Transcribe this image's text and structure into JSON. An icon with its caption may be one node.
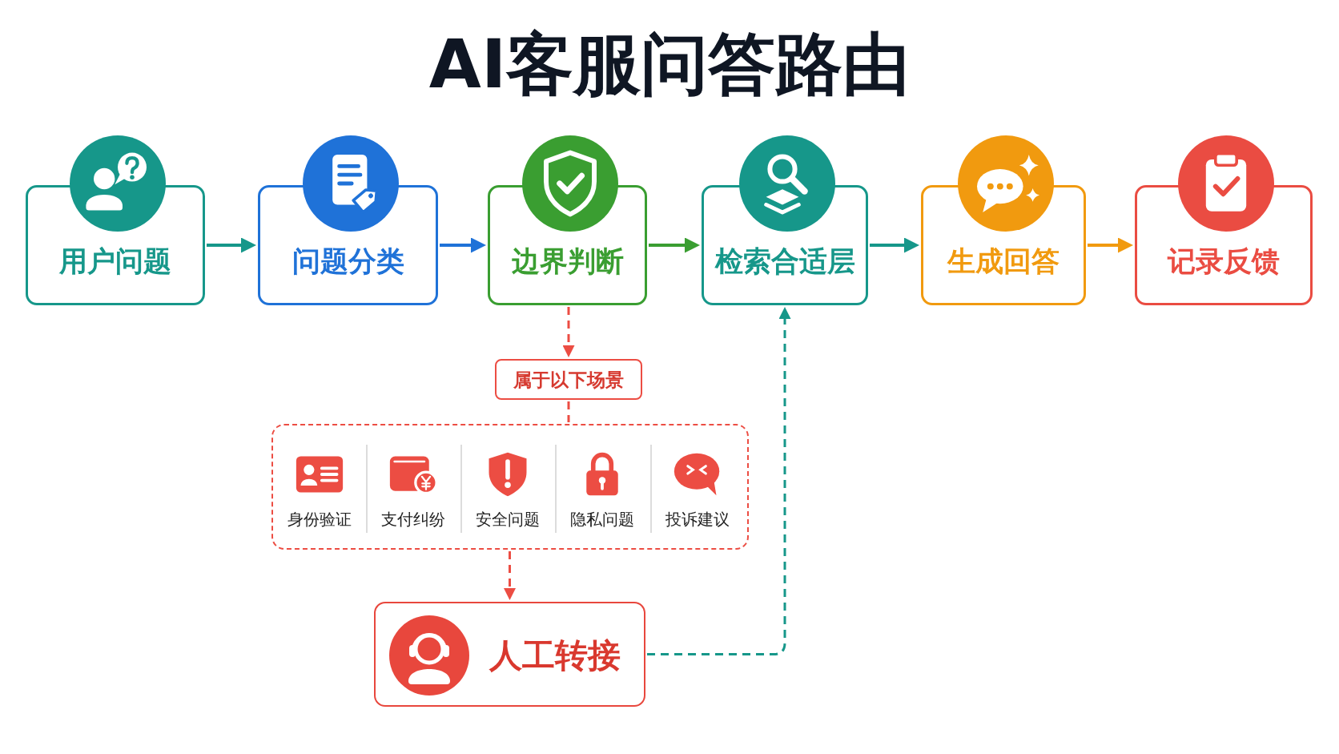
{
  "diagram": {
    "title": "AI客服问答路由",
    "nodes": [
      {
        "text": [
          "用户问题"
        ]
      },
      {
        "text": [
          "问题分类"
        ]
      },
      {
        "text": [
          "边界判断"
        ]
      },
      {
        "text": [
          "检索合适层"
        ]
      },
      {
        "text": [
          "生成回答"
        ]
      },
      {
        "text": [
          "记录反馈"
        ]
      },
      {
        "text": [
          "属于以下场景"
        ]
      },
      {
        "text": [],
        "shape": "box"
      },
      {
        "text": [
          "身份验证"
        ],
        "in": 7
      },
      {
        "text": [
          "支付纠纷"
        ],
        "in": 7
      },
      {
        "text": [
          "安全问题"
        ],
        "in": 7
      },
      {
        "text": [
          "隐私问题"
        ],
        "in": 7
      },
      {
        "text": [
          "投诉建议"
        ],
        "in": 7
      },
      {
        "text": [
          "人工转接"
        ]
      }
    ],
    "edges": [
      {
        "from": 0,
        "to": 1,
        "arrow": "to",
        "color": "#16978a"
      },
      {
        "from": 1,
        "to": 2,
        "arrow": "to",
        "color": "#1f72d8"
      },
      {
        "from": 2,
        "to": 3,
        "arrow": "to",
        "color": "#3a9e31"
      },
      {
        "from": 3,
        "to": 4,
        "arrow": "to",
        "color": "#16978a"
      },
      {
        "from": 4,
        "to": 5,
        "arrow": "to",
        "color": "#f19a0f"
      },
      {
        "from": 2,
        "to": 6,
        "arrow": "to",
        "style": "dashed",
        "color": "#ec4d43"
      },
      {
        "from": 6,
        "to": 7,
        "arrow": "none",
        "style": "dashed",
        "color": "#ec4d43"
      },
      {
        "from": 7,
        "to": 13,
        "arrow": "to",
        "style": "dashed",
        "color": "#ec4d43"
      },
      {
        "from": 13,
        "to": 3,
        "arrow": "to",
        "style": "dashed",
        "color": "#16978a"
      }
    ]
  }
}
